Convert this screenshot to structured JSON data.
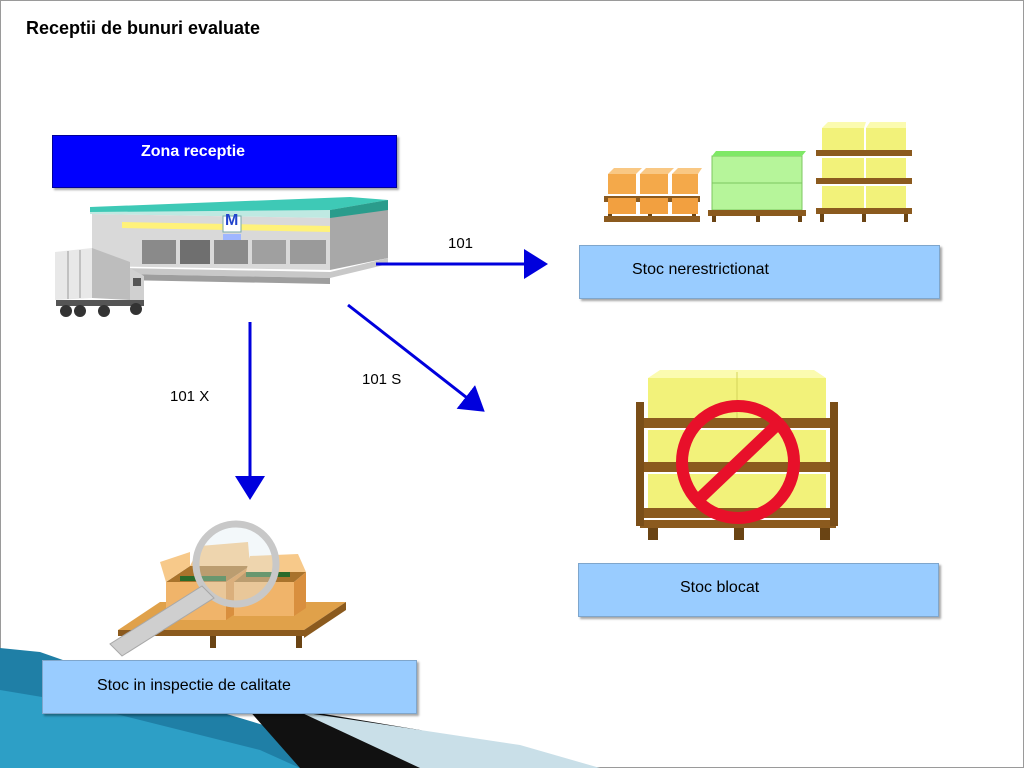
{
  "title": "Receptii de bunuri evaluate",
  "zone_label": "Zona receptie",
  "warehouse_sign": "M",
  "flows": [
    {
      "code": "101",
      "target": "Stoc nerestrictionat"
    },
    {
      "code": "101 S",
      "target": "Stoc blocat"
    },
    {
      "code": "101 X",
      "target": "Stoc in inspectie de calitate"
    }
  ],
  "colors": {
    "arrow": "#0000dd",
    "zone": "#0000ff",
    "stock_box": "#99ccff",
    "prohibited": "#e8102a"
  }
}
